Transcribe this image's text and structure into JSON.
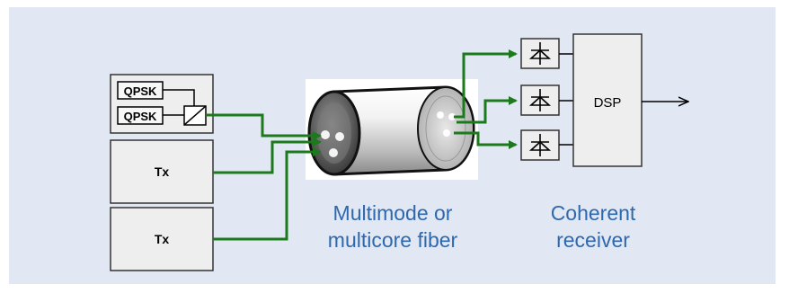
{
  "transmitters": {
    "qpsk_top": "QPSK",
    "qpsk_bottom": "QPSK",
    "tx_middle": "Tx",
    "tx_bottom": "Tx"
  },
  "fiber": {
    "caption_line1": "Multimode or",
    "caption_line2": "multicore fiber"
  },
  "receiver": {
    "dsp_label": "DSP",
    "caption_line1": "Coherent",
    "caption_line2": "receiver"
  },
  "colors": {
    "background_panel": "#e1e8f4",
    "signal_line": "#1c7a1c",
    "caption_text": "#2e68ad",
    "box_fill": "#eeeeee"
  }
}
